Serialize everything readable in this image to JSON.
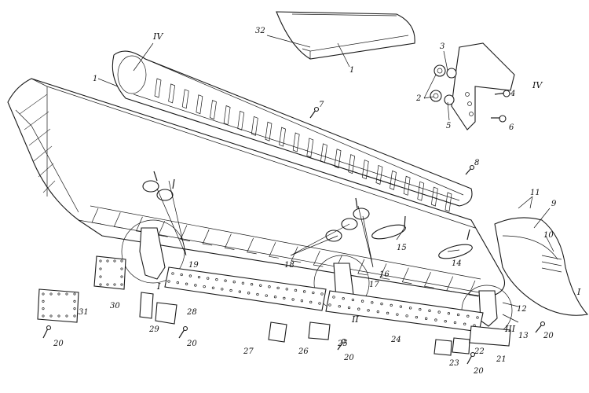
{
  "callouts": [
    "1",
    "2",
    "3",
    "4",
    "5",
    "6",
    "7",
    "8",
    "9",
    "10",
    "11",
    "12",
    "13",
    "14",
    "15",
    "16",
    "17",
    "18",
    "19",
    "20",
    "21",
    "22",
    "23",
    "24",
    "25",
    "26",
    "27",
    "28",
    "29",
    "30",
    "31",
    "32"
  ],
  "detail_labels": [
    "I",
    "II",
    "III",
    "IV"
  ],
  "labels": {
    "l1a": "1",
    "l1b": "1",
    "l2": "2",
    "l3": "3",
    "l4": "4",
    "l5": "5",
    "l6": "6",
    "l7": "7",
    "l8": "8",
    "l9": "9",
    "l10": "10",
    "l11": "11",
    "l12": "12",
    "l13": "13",
    "l14": "14",
    "l15": "15",
    "l16": "16",
    "l17": "17",
    "l18": "18",
    "l19": "19",
    "l20a": "20",
    "l20b": "20",
    "l20c": "20",
    "l20d": "20",
    "l20e": "20",
    "l21": "21",
    "l22": "22",
    "l23": "23",
    "l24": "24",
    "l25": "25",
    "l26": "26",
    "l27": "27",
    "l28": "28",
    "l29": "29",
    "l30": "30",
    "l31": "31",
    "l32": "32",
    "rI": "I",
    "rI2": "I",
    "rII": "II",
    "rIII": "III",
    "rIV": "IV",
    "rIV2": "IV"
  }
}
